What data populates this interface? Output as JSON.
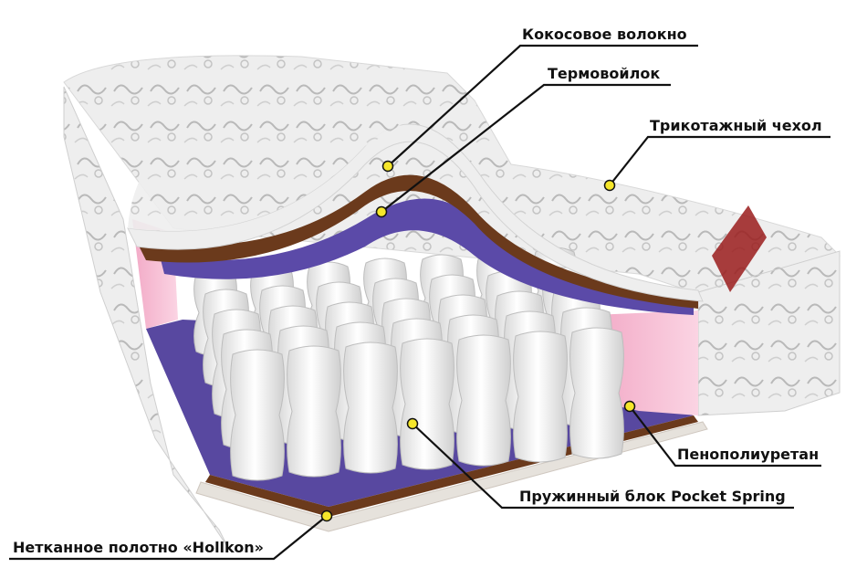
{
  "labels": {
    "coconut": "Кокосовое волокно",
    "felt": "Термовойлок",
    "cover": "Трикотажный чехол",
    "foam": "Пенополиуретан",
    "springs": "Пружинный блок Pocket Spring",
    "nonwoven": "Нетканное полотно «Hollkon»"
  },
  "colors": {
    "cover": "#ededed",
    "coconut": "#6b3a1c",
    "felt": "#5b4aa8",
    "foam": "#f4b6cf",
    "spring": "#f5f5f5",
    "leader": "#111111",
    "dot": "#f5e62a"
  }
}
